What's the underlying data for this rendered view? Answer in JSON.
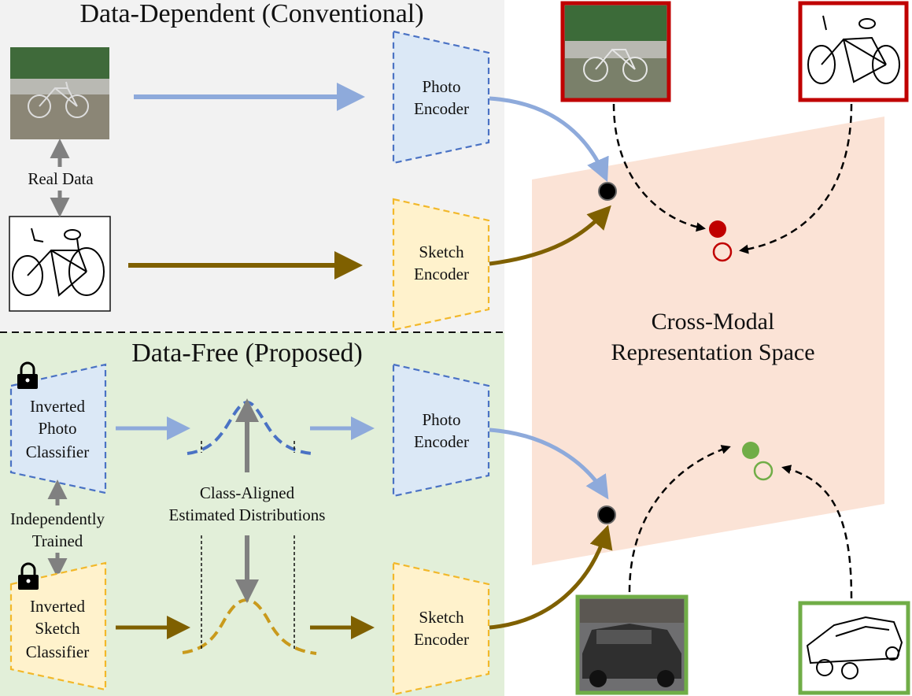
{
  "sections": {
    "top_title": "Data-Dependent (Conventional)",
    "bottom_title": "Data-Free (Proposed)"
  },
  "top": {
    "real_data": "Real Data",
    "photo_encoder": [
      "Photo",
      "Encoder"
    ],
    "sketch_encoder": [
      "Sketch",
      "Encoder"
    ]
  },
  "bottom": {
    "inverted_photo": [
      "Inverted",
      "Photo",
      "Classifier"
    ],
    "inverted_sketch": [
      "Inverted",
      "Sketch",
      "Classifier"
    ],
    "independently_trained": [
      "Independently",
      "Trained"
    ],
    "distributions": [
      "Class-Aligned",
      "Estimated Distributions"
    ],
    "photo_encoder": [
      "Photo",
      "Encoder"
    ],
    "sketch_encoder": [
      "Sketch",
      "Encoder"
    ]
  },
  "space": [
    "Cross-Modal",
    "Representation Space"
  ],
  "colors": {
    "top_bg": "#f2f2f2",
    "bottom_bg": "#e2efd9",
    "space_bg": "#fbe3d6",
    "photo_fill": "#dbe8f6",
    "photo_stroke": "#4a72c4",
    "sketch_fill": "#fff2cc",
    "sketch_stroke": "#f2b82a",
    "photo_arrow": "#8eaadb",
    "sketch_arrow": "#7f6000",
    "gray_arrow": "#808080",
    "red": "#c00000",
    "green": "#70ad47"
  }
}
